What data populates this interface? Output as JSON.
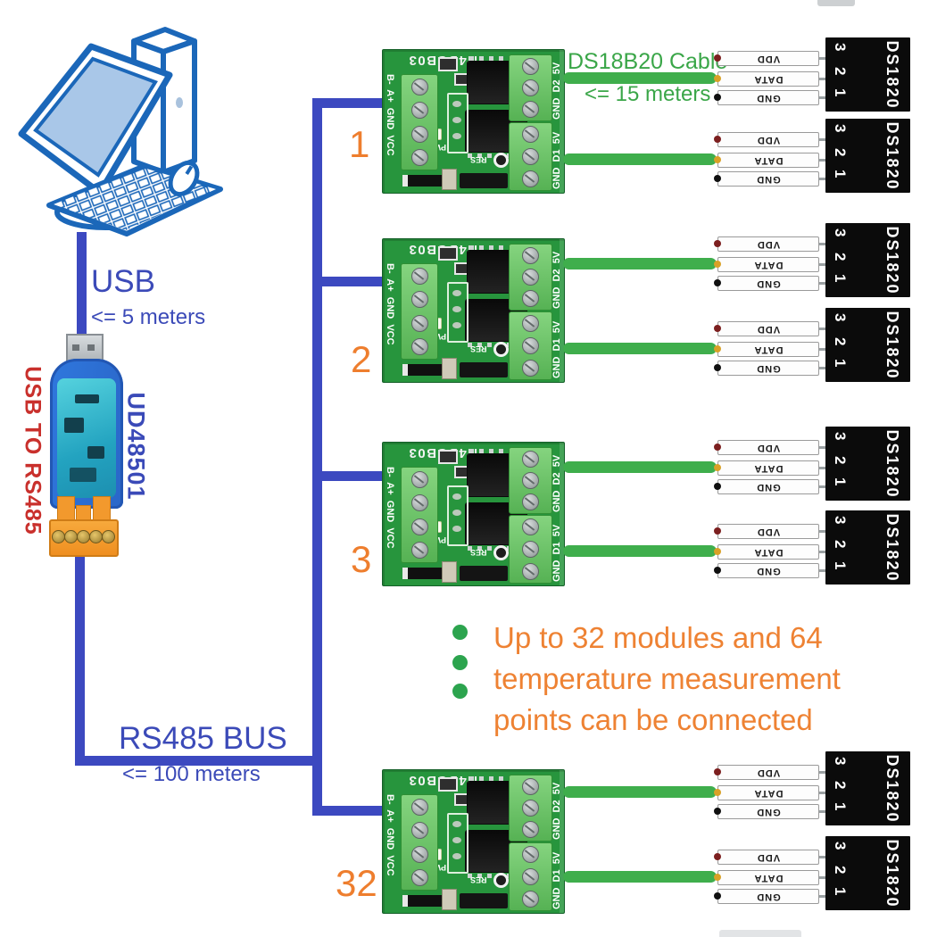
{
  "labels": {
    "usb_title": "USB",
    "usb_sub": "<= 5 meters",
    "rs485_title": "RS485 BUS",
    "rs485_sub": "<= 100 meters",
    "cable_title": "DS18B20 Cable",
    "cable_sub": "<= 15 meters"
  },
  "converter": {
    "side_label": "USB TO RS485",
    "model": "UD48501"
  },
  "note": {
    "line1": "Up to 32 modules and 64",
    "line2": "temperature measurement",
    "line3": "points can be connected"
  },
  "module_labels": {
    "board": "N4DSB03",
    "left_pins": "B-  A+  GND  VCC",
    "right_pins_upper": "GND  D2  5V",
    "right_pins_lower": "GND  D1  5V",
    "res": "RES",
    "pwr": "PWR"
  },
  "modules": [
    "1",
    "2",
    "3",
    "32"
  ],
  "sensor_labels": {
    "chip": "DS1820",
    "pin_labels": [
      "VDD",
      "DATA",
      "GND"
    ],
    "pin_numbers": [
      "3",
      "2",
      "1"
    ]
  },
  "colors": {
    "bus_blue": "#3c49c0",
    "indigo_text": "#3b4ab8",
    "cable_green": "#3fae4c",
    "text_green": "#3aa648",
    "orange": "#ee8233",
    "red_label": "#c9302c",
    "pcb_green": "#27953d"
  }
}
